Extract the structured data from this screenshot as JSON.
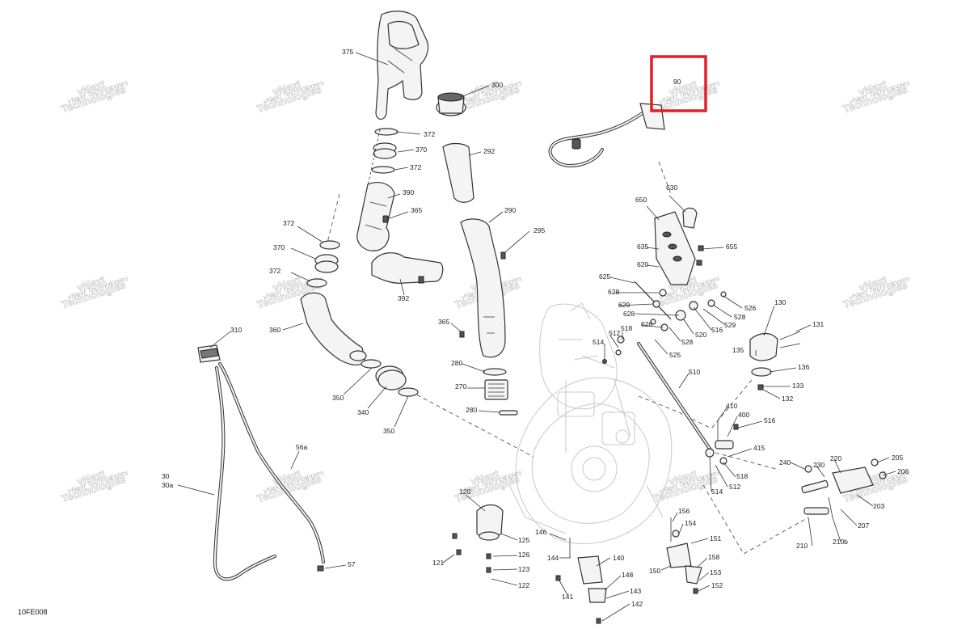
{
  "drawing_id": "10FE008",
  "watermark": {
    "line1": "vNext",
    "line2": "Technologies",
    "small": "vNext Technologies"
  },
  "highlight_color": "#e41e26",
  "callouts": [
    {
      "id": "c375",
      "text": "375"
    },
    {
      "id": "c372a",
      "text": "372"
    },
    {
      "id": "c370a",
      "text": "370"
    },
    {
      "id": "c372b",
      "text": "372"
    },
    {
      "id": "c390",
      "text": "390"
    },
    {
      "id": "c365a",
      "text": "365"
    },
    {
      "id": "c372c",
      "text": "372"
    },
    {
      "id": "c370b",
      "text": "370"
    },
    {
      "id": "c372d",
      "text": "372"
    },
    {
      "id": "c392",
      "text": "392"
    },
    {
      "id": "c360",
      "text": "360"
    },
    {
      "id": "c310",
      "text": "310"
    },
    {
      "id": "c350a",
      "text": "350"
    },
    {
      "id": "c340",
      "text": "340"
    },
    {
      "id": "c350b",
      "text": "350"
    },
    {
      "id": "c300",
      "text": "300"
    },
    {
      "id": "c292",
      "text": "292"
    },
    {
      "id": "c290",
      "text": "290"
    },
    {
      "id": "c295",
      "text": "295"
    },
    {
      "id": "c365b",
      "text": "365"
    },
    {
      "id": "c280a",
      "text": "280"
    },
    {
      "id": "c270",
      "text": "270"
    },
    {
      "id": "c280b",
      "text": "280"
    },
    {
      "id": "c90",
      "text": "90"
    },
    {
      "id": "c630",
      "text": "630"
    },
    {
      "id": "c650",
      "text": "650"
    },
    {
      "id": "c635",
      "text": "635"
    },
    {
      "id": "c655",
      "text": "655"
    },
    {
      "id": "c620",
      "text": "620"
    },
    {
      "id": "c625",
      "text": "625"
    },
    {
      "id": "c628a",
      "text": "628"
    },
    {
      "id": "c629",
      "text": "629"
    },
    {
      "id": "c628b",
      "text": "628"
    },
    {
      "id": "c626",
      "text": "626"
    },
    {
      "id": "c526",
      "text": "526"
    },
    {
      "id": "c528a",
      "text": "528"
    },
    {
      "id": "c529",
      "text": "529"
    },
    {
      "id": "c516a",
      "text": "516"
    },
    {
      "id": "c520",
      "text": "520"
    },
    {
      "id": "c528b",
      "text": "528"
    },
    {
      "id": "c525",
      "text": "525"
    },
    {
      "id": "c518a",
      "text": "518"
    },
    {
      "id": "c512a",
      "text": "512"
    },
    {
      "id": "c514a",
      "text": "514"
    },
    {
      "id": "c130",
      "text": "130"
    },
    {
      "id": "c131",
      "text": "131"
    },
    {
      "id": "c135",
      "text": "135"
    },
    {
      "id": "c136",
      "text": "136"
    },
    {
      "id": "c133",
      "text": "133"
    },
    {
      "id": "c132",
      "text": "132"
    },
    {
      "id": "c510",
      "text": "510"
    },
    {
      "id": "c410",
      "text": "410"
    },
    {
      "id": "c400",
      "text": "400"
    },
    {
      "id": "c516b",
      "text": "516"
    },
    {
      "id": "c415",
      "text": "415"
    },
    {
      "id": "c518b",
      "text": "518"
    },
    {
      "id": "c512b",
      "text": "512"
    },
    {
      "id": "c514b",
      "text": "514"
    },
    {
      "id": "c240",
      "text": "240"
    },
    {
      "id": "c230",
      "text": "230"
    },
    {
      "id": "c220",
      "text": "220"
    },
    {
      "id": "c205",
      "text": "205"
    },
    {
      "id": "c206",
      "text": "206"
    },
    {
      "id": "c203",
      "text": "203"
    },
    {
      "id": "c207",
      "text": "207"
    },
    {
      "id": "c210",
      "text": "210"
    },
    {
      "id": "c210b",
      "text": "210b"
    },
    {
      "id": "c56a",
      "text": "56a"
    },
    {
      "id": "c30",
      "text": "30"
    },
    {
      "id": "c30a",
      "text": "30a"
    },
    {
      "id": "c57",
      "text": "57"
    },
    {
      "id": "c120",
      "text": "120"
    },
    {
      "id": "c125",
      "text": "125"
    },
    {
      "id": "c121",
      "text": "121"
    },
    {
      "id": "c126",
      "text": "126"
    },
    {
      "id": "c123",
      "text": "123"
    },
    {
      "id": "c122",
      "text": "122"
    },
    {
      "id": "c146",
      "text": "146"
    },
    {
      "id": "c144",
      "text": "144"
    },
    {
      "id": "c140",
      "text": "140"
    },
    {
      "id": "c141",
      "text": "141"
    },
    {
      "id": "c148",
      "text": "148"
    },
    {
      "id": "c143",
      "text": "143"
    },
    {
      "id": "c142",
      "text": "142"
    },
    {
      "id": "c156",
      "text": "156"
    },
    {
      "id": "c154",
      "text": "154"
    },
    {
      "id": "c151",
      "text": "151"
    },
    {
      "id": "c150",
      "text": "150"
    },
    {
      "id": "c158",
      "text": "158"
    },
    {
      "id": "c153",
      "text": "153"
    },
    {
      "id": "c152",
      "text": "152"
    }
  ]
}
